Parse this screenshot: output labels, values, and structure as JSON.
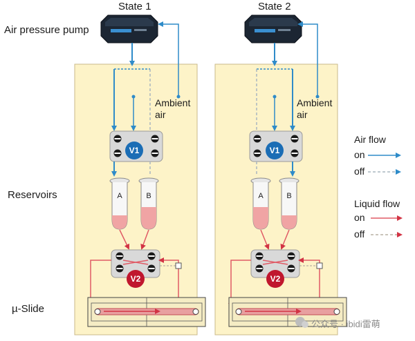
{
  "titles": {
    "state1": "State 1",
    "state2": "State 2"
  },
  "labels": {
    "pump": "Air pressure pump",
    "reservoirs": "Reservoirs",
    "slide": "µ-Slide",
    "ambient_line1": "Ambient",
    "ambient_line2": "air"
  },
  "valves": {
    "v1": "V1",
    "v2": "V2"
  },
  "tubes": {
    "a": "A",
    "b": "B"
  },
  "legend": {
    "air_title": "Air flow",
    "liquid_title": "Liquid flow",
    "on": "on",
    "off": "off"
  },
  "watermark": "公众号 · ibidi雷萌",
  "colors": {
    "panel_fill": "#fdf3c8",
    "panel_stroke": "#c9b98a",
    "air_on": "#2e8bc9",
    "air_off": "#a9b6bf",
    "liquid_on": "#e05a65",
    "liquid_off": "#b9b0a4",
    "liquid_in_tube": "#f0a4a4",
    "v1_fill": "#1b6db5",
    "v2_fill": "#c0172e",
    "valve_body": "#d9d9d9"
  },
  "icons": [
    "pump-icon",
    "valve-icon",
    "reservoir-tube-icon",
    "slide-channel-icon",
    "wechat-icon"
  ]
}
